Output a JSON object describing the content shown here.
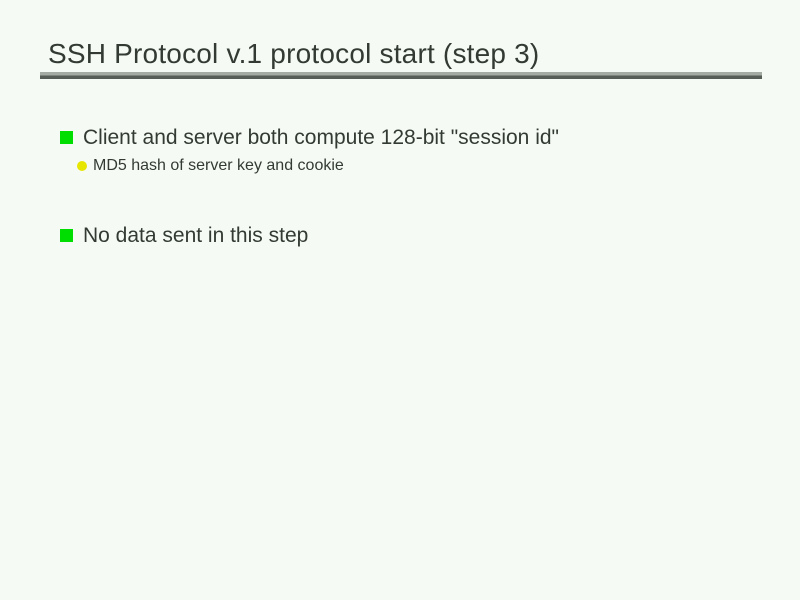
{
  "title": "SSH Protocol v.1 protocol start (step 3)",
  "bullets": [
    {
      "text": "Client and server both compute 128-bit \"session id\"",
      "sub": [
        "MD5 hash of server key and cookie"
      ]
    },
    {
      "text": "No data sent in this step",
      "sub": []
    }
  ],
  "icons": {
    "level1_bullet": "green-square-bullet-icon",
    "level2_bullet": "yellow-circle-bullet-icon"
  },
  "colors": {
    "background": "#f5faf5",
    "text": "#333a33",
    "bullet_green": "#00dd00",
    "bullet_yellow": "#e6e600",
    "rule_top": "#a3aba3",
    "rule_bottom": "#565c56"
  }
}
